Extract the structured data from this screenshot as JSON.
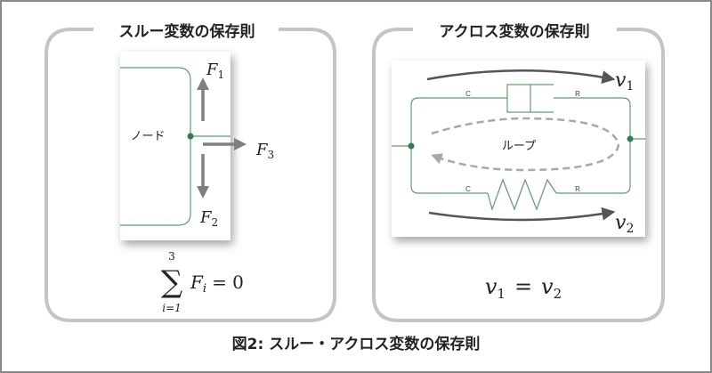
{
  "through": {
    "title": "スルー変数の保存則",
    "node_label": "ノード",
    "forces": [
      {
        "base": "F",
        "sub": "1"
      },
      {
        "base": "F",
        "sub": "2"
      },
      {
        "base": "F",
        "sub": "3"
      }
    ],
    "equation": {
      "upper": "3",
      "lower": "i=1",
      "sigma": "∑",
      "base": "F",
      "sub": "i",
      "rhs": "= 0"
    }
  },
  "across": {
    "title": "アクロス変数の保存則",
    "loop_label": "ループ",
    "port_labels": {
      "c_top": "C",
      "r_top": "R",
      "c_bottom": "C",
      "r_bottom": "R"
    },
    "v1": {
      "base": "v",
      "sub": "1"
    },
    "v2": {
      "base": "v",
      "sub": "2"
    },
    "equation": {
      "lhs_base": "v",
      "lhs_sub": "1",
      "eq": "=",
      "rhs_base": "v",
      "rhs_sub": "2"
    }
  },
  "caption": "図2: スルー・アクロス変数の保存則",
  "colors": {
    "wire": "#5f9e6e",
    "node": "#2e7d4f",
    "arrow": "#808080",
    "panel_border": "#c4c4c4"
  }
}
